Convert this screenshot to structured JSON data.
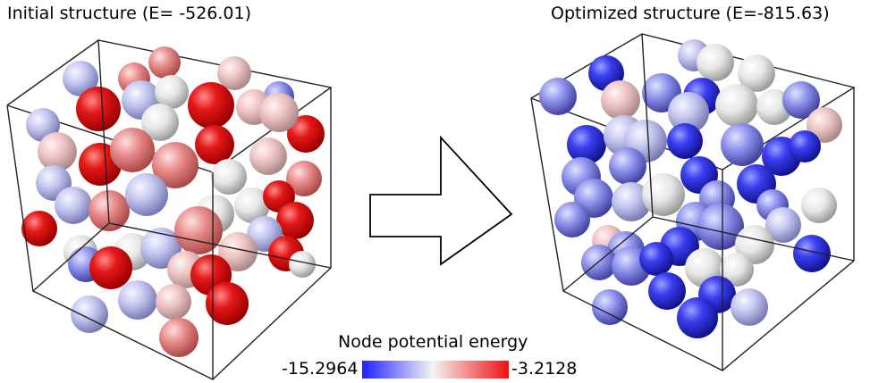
{
  "titles": {
    "initial": "Initial structure (E= -526.01)",
    "optimized": "Optimized structure (E=-815.63)"
  },
  "legend": {
    "title": "Node potential energy",
    "min_label": "-15.2964",
    "max_label": "-3.2128",
    "colors": {
      "low": "#1f1fff",
      "mid": "#f4f4f4",
      "high": "#ee1111"
    }
  },
  "arrow": {
    "direction": "right"
  }
}
